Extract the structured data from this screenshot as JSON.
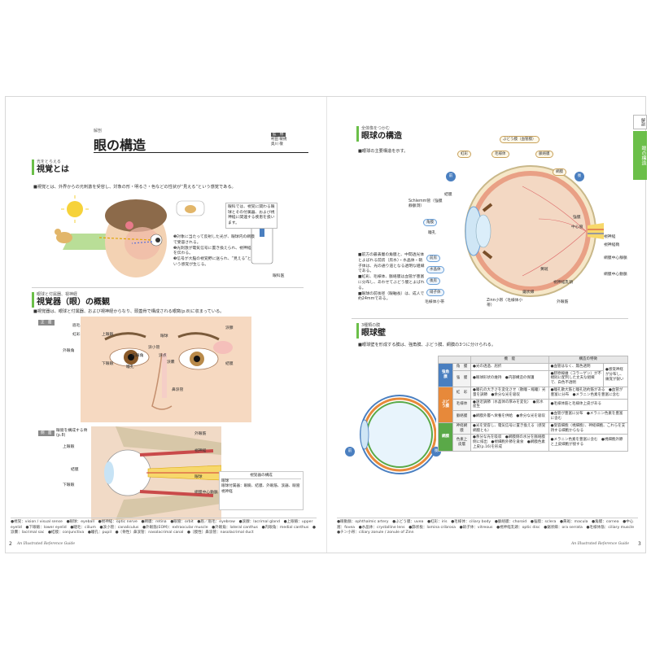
{
  "left": {
    "category": "解剖",
    "title": "眼の構造",
    "supervisor_label": "監　修",
    "supervisors": [
      "村田 敏規",
      "奥川 敬"
    ],
    "sec1": {
      "sub": "光をとらえる",
      "title": "視覚とは",
      "text": "■視覚とは、外界からの光刺激を受容し、対象の形・明るさ・色などの性状が“見える”という感覚である。",
      "steps": [
        "❶対象に当たって反射した光が、眼球内の網膜で受容される。",
        "❷光刺激が電気信号に置き換えられ、視神経を伝わる。",
        "❸信号が大脳の視覚野に送られ、“見える”という感覚が生じる。"
      ],
      "doctor_note": "眼科では、視覚に関わる眼球とその付属器、および視神経に関連する疾患を扱います。",
      "doctor_label": "眼科医"
    },
    "sec2": {
      "sub": "眼球と付属器、視神経",
      "title": "視覚器（眼）の概観",
      "text": "■視覚器は、眼球と付属器、および視神経からなり、頭蓋骨で構成される眼窩(p.8)に収まっている。",
      "front_tag": "正　面",
      "side_tag": "側　面",
      "front_labels": [
        "眉毛",
        "上眼瞼",
        "外眼角",
        "下眼瞼",
        "内眼角",
        "涙小管",
        "瞳孔",
        "涙点",
        "眼球",
        "虹彩",
        "涙嚢",
        "鼻涙管",
        "涙腺",
        "結膜"
      ],
      "side_labels": [
        "眼窩を構成する骨(p.8)",
        "上眼瞼",
        "結膜",
        "下眼瞼",
        "外眼筋",
        "視神経",
        "眼球",
        "網膜中心動脈"
      ],
      "legend_title": "視覚器の構成",
      "legend_items": [
        "眼球",
        "眼球付属器：眼瞼、結膜、外眼筋、涙器、眼窩",
        "視神経"
      ]
    },
    "gloss": "●視覚：vision / visual sense　●眼球：eyeball　●視神経：optic nerve　●網膜：retina　●眼窩：orbit　●眉／眉毛：eyebrow　●涙腺：lacrimal gland　●上眼瞼：upper eyelid　●下眼瞼：lower eyelid　●睫毛：cilium　●涙小管：canaliculus　●外眼筋(EOM)：extraocular muscle　●外眼角：lateral canthus　●内眼角：medial canthus　●涙嚢：lacrimal sac　●結膜：conjunctiva　●瞳孔：pupil　●〔骨性〕鼻涙管：nasolacrimal canal　●〔膜性〕鼻涙管：nasolacrimal duct",
    "footer": "An Illustrated Reference Guide",
    "page": "2"
  },
  "right": {
    "tab_a": "解剖",
    "tab_b": "眼の構造",
    "sec3": {
      "sub": "全体像をつかむ",
      "title": "眼球の構造",
      "text": "■眼球の主要構造を示す。",
      "labels": [
        "ぶどう膜（血管膜）",
        "虹彩",
        "毛様体",
        "脈絡膜",
        "網膜",
        "前",
        "後",
        "結膜",
        "Schlemm管（強膜静脈洞）",
        "角膜",
        "瞳孔",
        "前房",
        "水晶体",
        "後房",
        "硝子体",
        "毛様体小帯",
        "Zinn小帯（毛様体小帯）",
        "鋸状縁",
        "強膜",
        "中心窩",
        "視神経",
        "視神経鞘",
        "網膜中心静脈",
        "網膜中心動脈",
        "視神経乳頭",
        "外眼筋",
        "黄斑"
      ],
      "notes": [
        "■前方の最表層の角膜と、中間透光体とよばれる前房（房水）・水晶体・硝子体は、光の通り道となる透明な組織である。",
        "■虹彩、毛様体、脈絡膜は血管が豊富に分布し、あわせてぶどう膜とよばれる。",
        "■眼球の前後径（眼軸長）は、成人で約24mmである。"
      ]
    },
    "sec4": {
      "sub": "3種類の膜",
      "title": "眼球壁",
      "text": "■眼球壁を形成する膜は、強角膜、ぶどう膜、網膜の3つに分けられる。",
      "side_front": "前",
      "side_back": "後",
      "col_func": "機　能",
      "col_feature": "構造の特徴",
      "group1": "強角膜",
      "group2": "ぶどう膜",
      "group3": "網膜",
      "rows": [
        {
          "name": "角　膜",
          "func": "●光の透過、屈折",
          "feat": "●血管はなく、無色透明",
          "extra": "●感覚神経が分布し、痛覚が鋭い"
        },
        {
          "name": "強　膜",
          "func": "●眼球形状の維持　●内部構造の保護",
          "feat": "●膠原線維（コラーゲン）が不規則に配列した丈夫な組織で、白色不透明",
          "extra": ""
        },
        {
          "name": "虹　彩",
          "func": "●瞳孔の大きさを変化させ（散瞳・縮瞳）光量を調節　●余分な光を吸収",
          "feat": "●瞳孔散大筋と瞳孔括約筋がある　●血管が豊富に分布　●メラニン色素を豊富に含む",
          "extra": ""
        },
        {
          "name": "毛様体",
          "func": "●遠近調節（水晶体の厚みを変化）　●房水産生",
          "feat": "●毛様体筋と毛様体上皮がある",
          "extra": ""
        },
        {
          "name": "脈絡膜",
          "func": "●網膜外層へ栄養を供給　●余分な光を吸収",
          "feat": "●血管が豊富に分布　●メラニン色素を豊富に含む",
          "extra": ""
        },
        {
          "name": "神経網膜",
          "func": "●光を受容し、電気信号に置き換える（感覚網膜とも）",
          "feat": "●受容細胞（視細胞）、神経細胞、これらを支持する細胞からなる",
          "extra": ""
        },
        {
          "name": "色素上皮層",
          "func": "●余分な光を吸収　●網膜側の水分を脈絡膜側に排出　●視細胞外節を貪食　●網膜色素上皮(p.16)を形成",
          "feat": "●メラニン色素を豊富に含む　●視細胞外節と上皮細胞が接する",
          "extra": ""
        }
      ]
    },
    "gloss": "●眼動脈：ophthalmic artery　●ぶどう膜：uvea　●虹彩：iris　●毛様体：ciliary body　●脈絡膜：choroid　●強膜：sclera　●黄斑：macula　●角膜：cornea　●中心窩：fovea　●水晶体：crystalline lens　●篩状板：lamina cribrosa　●硝子体：vitreous　●視神経乳頭：optic disc　●鋸状縁：ora serrata　●毛様体筋：ciliary muscle　●チン小帯：ciliary zonule / zonule of Zinn",
    "footer": "An Illustrated Reference Guide",
    "page": "3"
  }
}
